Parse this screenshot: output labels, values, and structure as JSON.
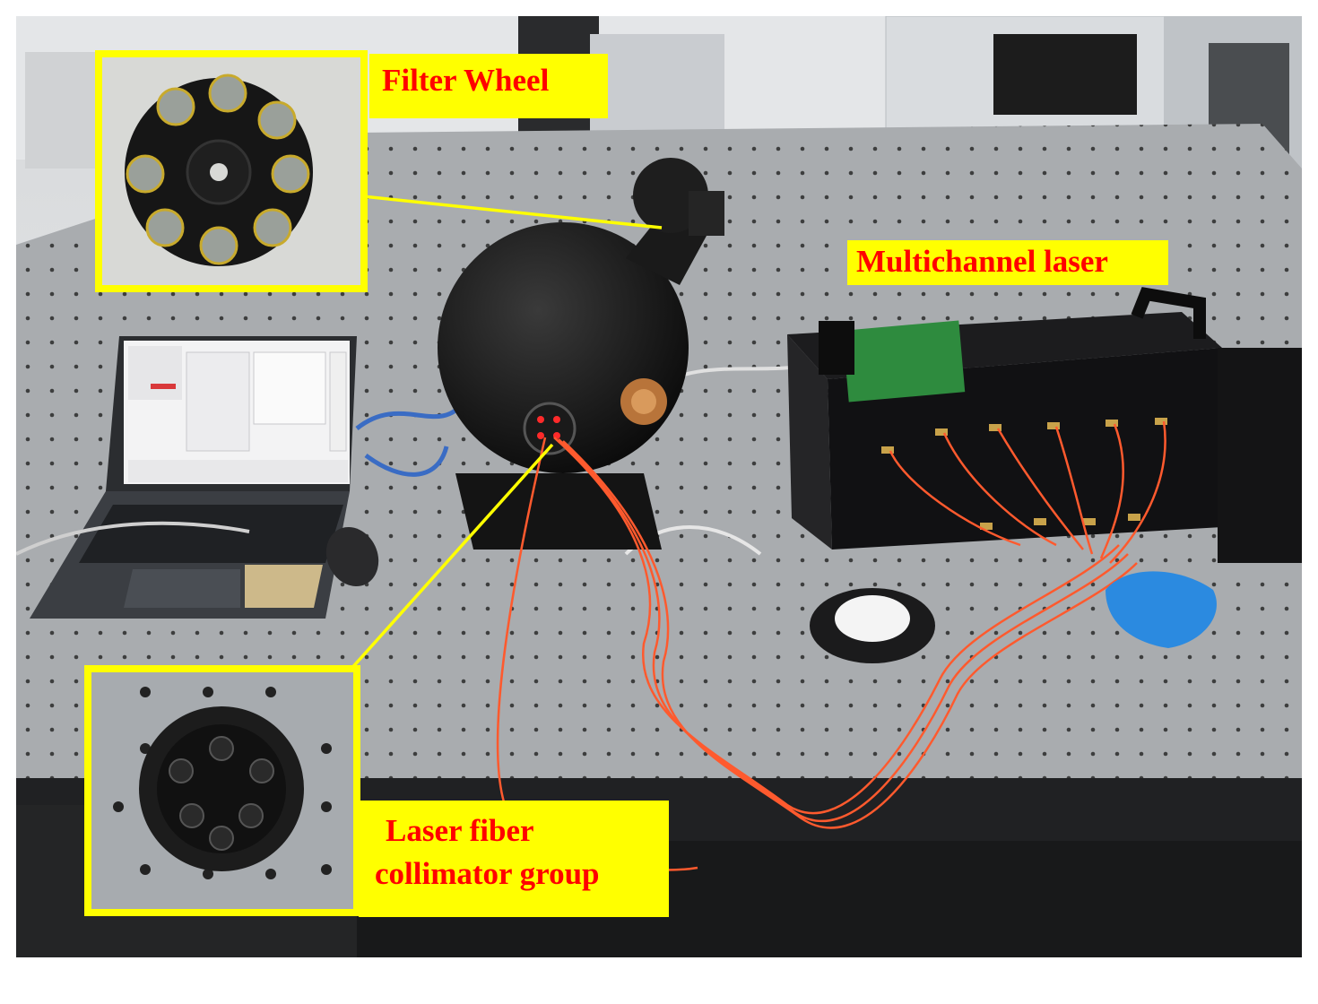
{
  "labels": {
    "filter_wheel": "Filter Wheel",
    "multichannel_laser": "Multichannel laser",
    "collimator_line1": "Laser fiber",
    "collimator_line2": "collimator group"
  },
  "colors": {
    "label_bg": "#ffff00",
    "label_text": "#ff0000",
    "arrow": "#ffff00",
    "table_top": "#a9acaf",
    "fiber": "#ff5a2e"
  }
}
